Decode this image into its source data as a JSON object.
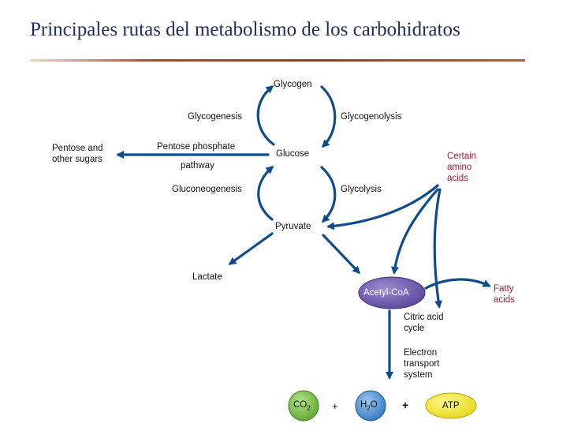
{
  "title": "Principales rutas del metabolismo de los carbohidratos",
  "nodes": {
    "glycogen": "Glycogen",
    "glucose": "Glucose",
    "pyruvate": "Pyruvate",
    "lactate": "Lactate",
    "pentose_line1": "Pentose and",
    "pentose_line2": "other sugars",
    "acetyl_coa": "Acetyl-CoA",
    "citric_line1": "Citric acid",
    "citric_line2": "cycle",
    "ets_line1": "Electron",
    "ets_line2": "transport",
    "ets_line3": "system",
    "amino_line1": "Certain",
    "amino_line2": "amino",
    "amino_line3": "acids",
    "fatty_line1": "Fatty",
    "fatty_line2": "acids"
  },
  "processes": {
    "glycogenesis": "Glycogenesis",
    "glycogenolysis": "Glycogenolysis",
    "pentose_pathway_line1": "Pentose phosphate",
    "pentose_pathway_line2": "pathway",
    "gluconeogenesis": "Gluconeogenesis",
    "glycolysis": "Glycolysis"
  },
  "products": {
    "co2": "CO",
    "co2_sub": "2",
    "h2o_h": "H",
    "h2o_sub": "2",
    "h2o_o": "O",
    "atp": "ATP",
    "plus1": "+",
    "plus2": "+"
  },
  "colors": {
    "arrow": "#0f4c8a",
    "title": "#1f2d5a",
    "red_text": "#a01d2d",
    "acetyl_fill": "#6f5aa8",
    "co2_fill": "#7cc04a",
    "h2o_fill": "#4a8fd0",
    "atp_fill": "#f2ea2c"
  }
}
